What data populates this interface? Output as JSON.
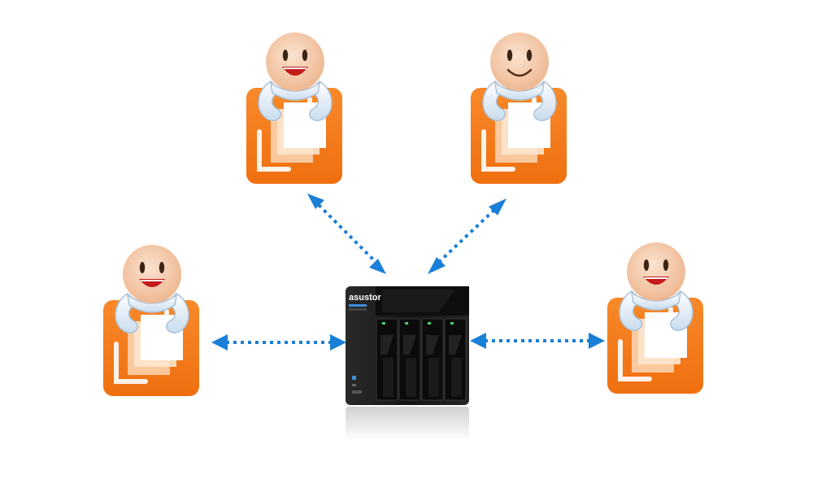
{
  "diagram": {
    "nodes": [
      {
        "id": "user-top-left",
        "type": "user",
        "expression": "laughing"
      },
      {
        "id": "user-top-right",
        "type": "user",
        "expression": "smiling"
      },
      {
        "id": "user-left",
        "type": "user",
        "expression": "laughing"
      },
      {
        "id": "user-right",
        "type": "user",
        "expression": "laughing"
      },
      {
        "id": "nas-server",
        "type": "nas",
        "brand": "asustor",
        "drive_bays": 4
      }
    ],
    "connections": [
      {
        "from": "user-top-left",
        "to": "nas-server",
        "style": "dotted",
        "direction": "bidirectional"
      },
      {
        "from": "user-top-right",
        "to": "nas-server",
        "style": "dotted",
        "direction": "bidirectional"
      },
      {
        "from": "user-left",
        "to": "nas-server",
        "style": "dotted",
        "direction": "bidirectional"
      },
      {
        "from": "user-right",
        "to": "nas-server",
        "style": "dotted",
        "direction": "bidirectional"
      }
    ],
    "colors": {
      "arrow": "#1a7fd6",
      "folder": "#f47b20",
      "face": "#f6cfae",
      "arms": "#dfeaf5",
      "nas_body": "#1b1b1b"
    }
  }
}
